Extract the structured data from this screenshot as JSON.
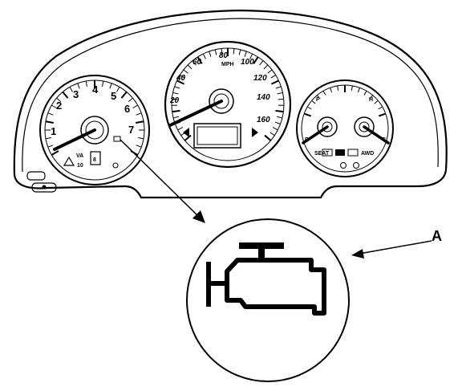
{
  "figure": {
    "callout_label": "A",
    "tachometer": {
      "numbers": [
        "1",
        "2",
        "3",
        "4",
        "5",
        "6",
        "7"
      ],
      "badges": [
        "VA",
        "8",
        "10"
      ]
    },
    "speedometer": {
      "numbers": [
        "20",
        "40",
        "60",
        "80",
        "100",
        "120",
        "140",
        "160"
      ],
      "unit": "MPH"
    },
    "gauges": {
      "fuel": [
        "F",
        "E"
      ],
      "temp": [
        "H",
        "C"
      ],
      "status": [
        "SEAT",
        "AWD"
      ]
    }
  },
  "icons": [
    "check-engine-icon",
    "turn-left-icon",
    "turn-right-icon",
    "warning-triangle-icon"
  ]
}
